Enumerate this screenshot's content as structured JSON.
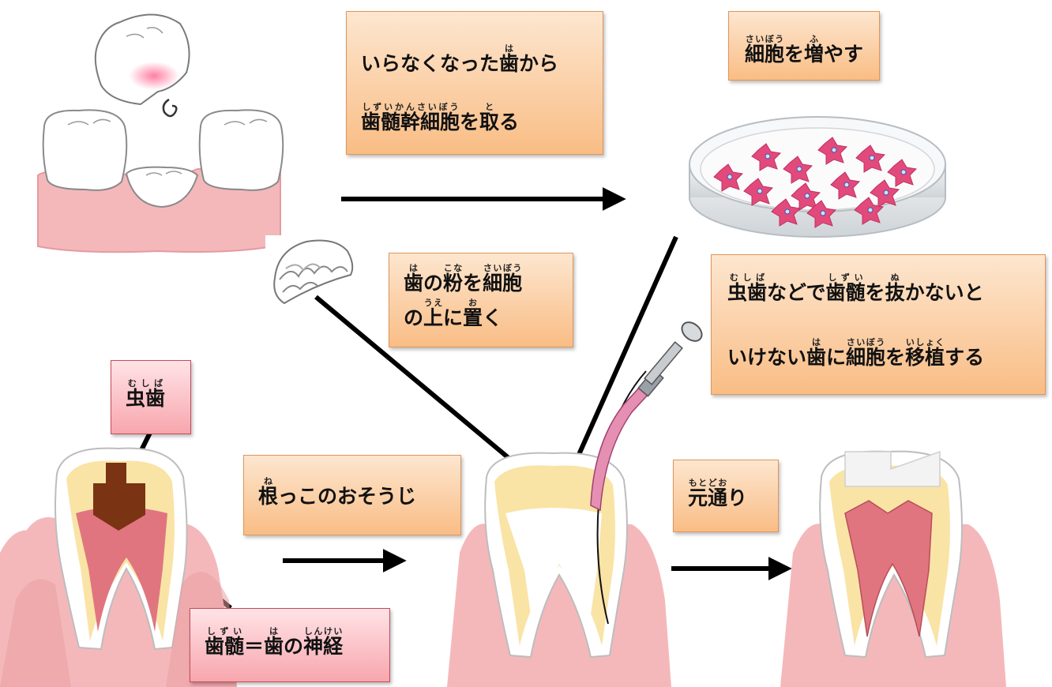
{
  "labels": {
    "extract": {
      "line1": [
        {
          "t": "いらなくなった"
        },
        {
          "t": "歯",
          "r": "は"
        },
        {
          "t": "から"
        }
      ],
      "line2": [
        {
          "t": "歯髄幹細胞",
          "r": "しずいかんさいぼう"
        },
        {
          "t": "を"
        },
        {
          "t": "取",
          "r": "と"
        },
        {
          "t": "る"
        }
      ]
    },
    "grow": {
      "line1": [
        {
          "t": "細胞",
          "r": "さいぼう"
        },
        {
          "t": "を"
        },
        {
          "t": "増",
          "r": "ふ"
        },
        {
          "t": "やす"
        }
      ]
    },
    "powder": {
      "line1": [
        {
          "t": "歯",
          "r": "は"
        },
        {
          "t": " の "
        },
        {
          "t": "粉",
          "r": "こな"
        },
        {
          "t": " を "
        },
        {
          "t": "細胞",
          "r": "さいぼう"
        }
      ],
      "line2": [
        {
          "t": "の"
        },
        {
          "t": "上",
          "r": "うえ"
        },
        {
          "t": "に"
        },
        {
          "t": "置",
          "r": "お"
        },
        {
          "t": "く"
        }
      ]
    },
    "transplant": {
      "line1": [
        {
          "t": "虫歯",
          "r": "むしば"
        },
        {
          "t": "などで"
        },
        {
          "t": "歯髄",
          "r": "しずい"
        },
        {
          "t": "を"
        },
        {
          "t": "抜",
          "r": "ぬ"
        },
        {
          "t": "かないと"
        }
      ],
      "line2": [
        {
          "t": "いけない"
        },
        {
          "t": "歯",
          "r": "は"
        },
        {
          "t": "に"
        },
        {
          "t": "細胞",
          "r": "さいぼう"
        },
        {
          "t": "を"
        },
        {
          "t": "移植",
          "r": "いしょく"
        },
        {
          "t": "する"
        }
      ]
    },
    "cavity": {
      "line1": [
        {
          "t": "虫歯",
          "r": "むしば"
        }
      ]
    },
    "pulp": {
      "line1": [
        {
          "t": "歯髄",
          "r": "しずい"
        },
        {
          "t": "＝"
        },
        {
          "t": "歯",
          "r": "は"
        },
        {
          "t": "の"
        },
        {
          "t": "神経",
          "r": "しんけい"
        }
      ]
    },
    "clean": {
      "line1": [
        {
          "t": "根",
          "r": "ね"
        },
        {
          "t": "っこのおそうじ"
        }
      ]
    },
    "restore": {
      "line1": [
        {
          "t": "元通",
          "r": "もとどお"
        },
        {
          "t": "り"
        }
      ]
    }
  },
  "colors": {
    "gum": "#f4b8bb",
    "gum_dark": "#ea9ea3",
    "enamel": "#ffffff",
    "dentin": "#f9e4a6",
    "pulp": "#e07580",
    "decay": "#7a3313",
    "arrow": "#000000",
    "box_orange": "#f9bd85",
    "box_pink": "#f7a6ad"
  },
  "icons": [
    "extracted-tooth-icon",
    "tooth-powder-icon",
    "petri-dish-icon",
    "root-canal-file-icon",
    "filling-icon"
  ]
}
